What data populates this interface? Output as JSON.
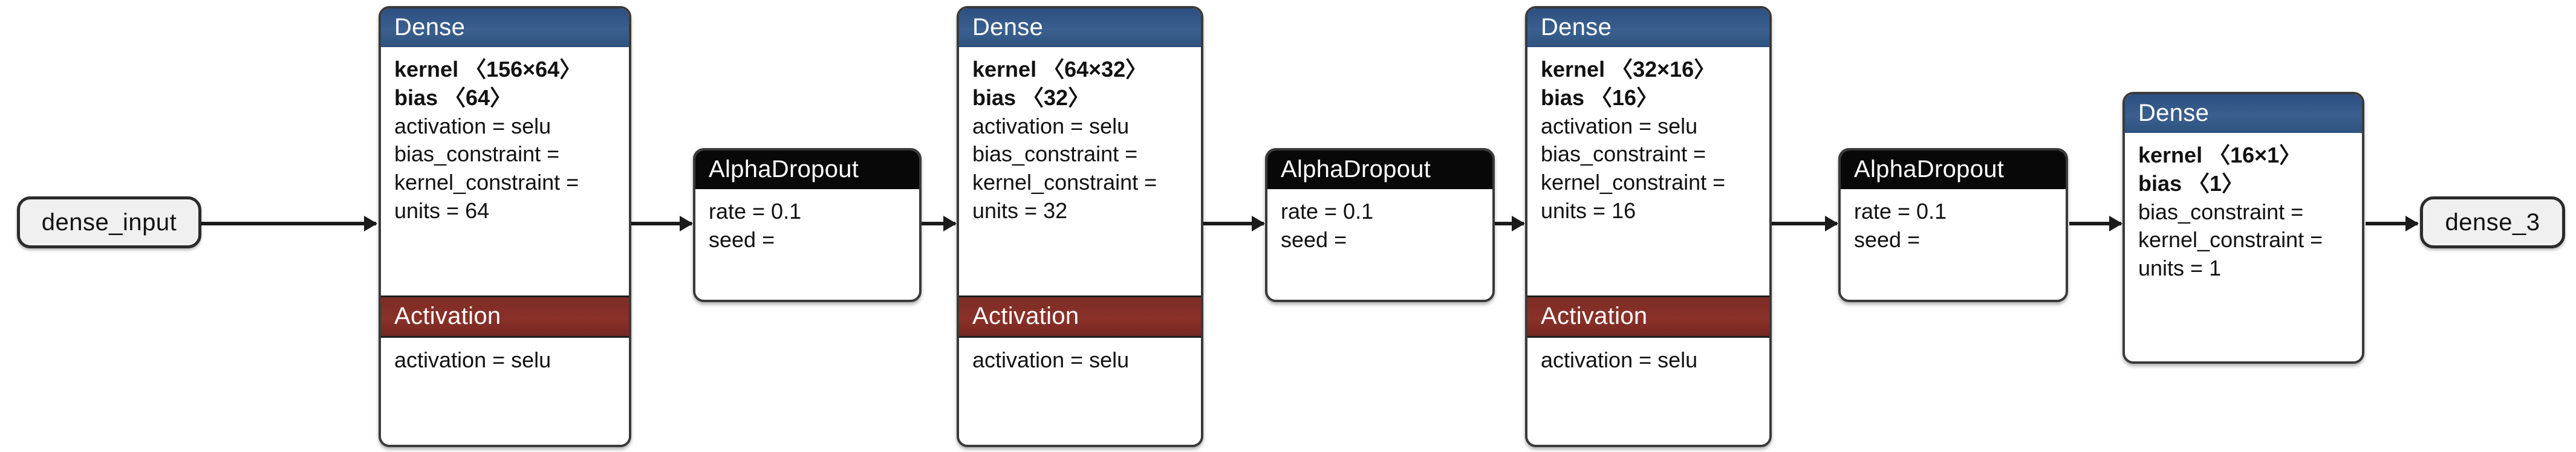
{
  "diagram": {
    "title": "Keras model architecture graph",
    "colors": {
      "dense_header": "#2c4e80",
      "activation_header": "#7c2c24",
      "dropout_header": "#080808",
      "node_fill": "#f0f0f0",
      "border": "#3a3a3a",
      "arrow": "#1b1b1b",
      "background": "#ffffff"
    },
    "input_node": {
      "label": "dense_input"
    },
    "output_node": {
      "label": "dense_3"
    },
    "blocks": [
      {
        "id": "dense-1",
        "kind": "dense",
        "header": "Dense",
        "rows": [
          {
            "text": "kernel 〈156×64〉",
            "bold": true
          },
          {
            "text": "bias 〈64〉",
            "bold": true
          },
          {
            "text": "activation = selu",
            "bold": false
          },
          {
            "text": "bias_constraint =",
            "bold": false
          },
          {
            "text": "kernel_constraint =",
            "bold": false
          },
          {
            "text": "units = 64",
            "bold": false
          }
        ],
        "activation": {
          "header": "Activation",
          "rows": [
            {
              "text": "activation = selu",
              "bold": false
            }
          ]
        }
      },
      {
        "id": "alphadropout-1",
        "kind": "dropout",
        "header": "AlphaDropout",
        "rows": [
          {
            "text": "rate = 0.1",
            "bold": false
          },
          {
            "text": "seed =",
            "bold": false
          }
        ]
      },
      {
        "id": "dense-2",
        "kind": "dense",
        "header": "Dense",
        "rows": [
          {
            "text": "kernel 〈64×32〉",
            "bold": true
          },
          {
            "text": "bias 〈32〉",
            "bold": true
          },
          {
            "text": "activation = selu",
            "bold": false
          },
          {
            "text": "bias_constraint =",
            "bold": false
          },
          {
            "text": "kernel_constraint =",
            "bold": false
          },
          {
            "text": "units = 32",
            "bold": false
          }
        ],
        "activation": {
          "header": "Activation",
          "rows": [
            {
              "text": "activation = selu",
              "bold": false
            }
          ]
        }
      },
      {
        "id": "alphadropout-2",
        "kind": "dropout",
        "header": "AlphaDropout",
        "rows": [
          {
            "text": "rate = 0.1",
            "bold": false
          },
          {
            "text": "seed =",
            "bold": false
          }
        ]
      },
      {
        "id": "dense-3",
        "kind": "dense",
        "header": "Dense",
        "rows": [
          {
            "text": "kernel 〈32×16〉",
            "bold": true
          },
          {
            "text": "bias 〈16〉",
            "bold": true
          },
          {
            "text": "activation = selu",
            "bold": false
          },
          {
            "text": "bias_constraint =",
            "bold": false
          },
          {
            "text": "kernel_constraint =",
            "bold": false
          },
          {
            "text": "units = 16",
            "bold": false
          }
        ],
        "activation": {
          "header": "Activation",
          "rows": [
            {
              "text": "activation = selu",
              "bold": false
            }
          ]
        }
      },
      {
        "id": "alphadropout-3",
        "kind": "dropout",
        "header": "AlphaDropout",
        "rows": [
          {
            "text": "rate = 0.1",
            "bold": false
          },
          {
            "text": "seed =",
            "bold": false
          }
        ]
      },
      {
        "id": "dense-4",
        "kind": "dense",
        "header": "Dense",
        "rows": [
          {
            "text": "kernel 〈16×1〉",
            "bold": true
          },
          {
            "text": "bias 〈1〉",
            "bold": true
          },
          {
            "text": "bias_constraint =",
            "bold": false
          },
          {
            "text": "kernel_constraint =",
            "bold": false
          },
          {
            "text": "units = 1",
            "bold": false
          }
        ],
        "activation": null
      }
    ]
  }
}
